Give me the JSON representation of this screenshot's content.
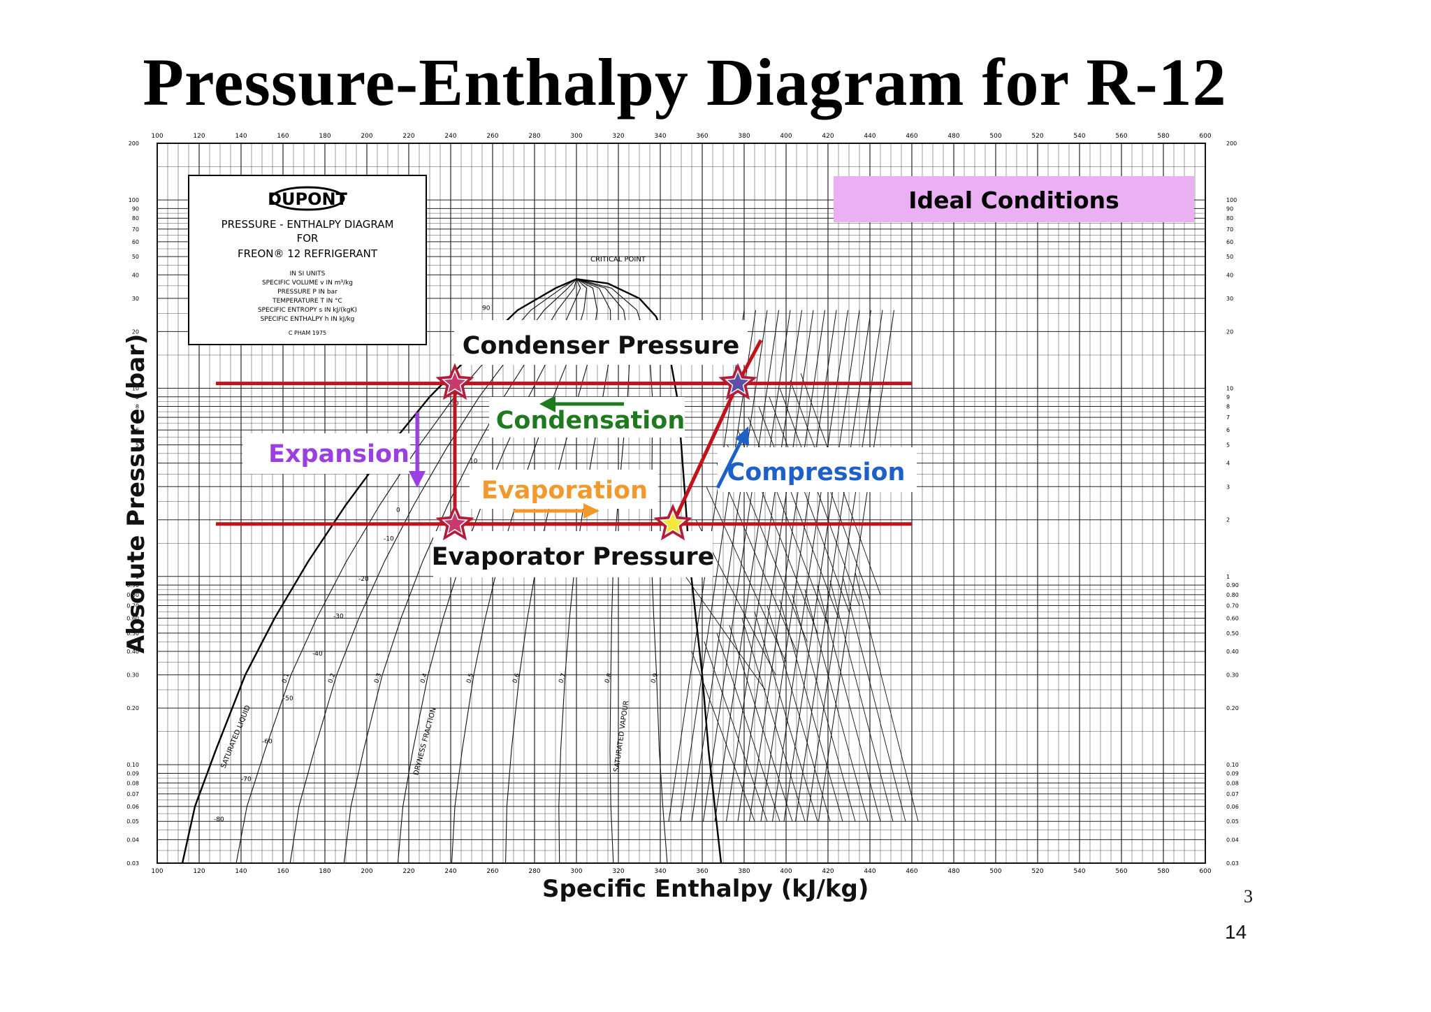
{
  "slide": {
    "title": "Pressure-Enthalpy Diagram for R-12",
    "page_number": "14",
    "page_number_clipped": "3"
  },
  "legend_box": {
    "brand": "DUPONT",
    "line1": "PRESSURE - ENTHALPY  DIAGRAM",
    "line2": "FOR",
    "line3": "FREON® 12  REFRIGERANT",
    "units": [
      "IN  SI  UNITS",
      "SPECIFIC VOLUME v IN m³/kg",
      "PRESSURE  P  IN  bar",
      "TEMPERATURE T IN °C",
      "SPECIFIC ENTROPY s IN kJ/(kgK)",
      "SPECIFIC ENTHALPY h IN kJ/kg"
    ],
    "credit": "C PHAM  1975"
  },
  "badge": {
    "text": "Ideal Conditions",
    "color": "#ebb0f3"
  },
  "annotations": {
    "condenser_pressure": "Condenser Pressure",
    "evaporator_pressure": "Evaporator Pressure",
    "condensation": "Condensation",
    "evaporation": "Evaporation",
    "expansion": "Expansion",
    "compression": "Compression",
    "critical_point": "CRITICAL  POINT",
    "saturated_liquid": "SATURATED LIQUID",
    "saturated_vapour": "SATURATED VAPOUR",
    "dryness_fraction": "DRYNESS FRACTION"
  },
  "colors": {
    "cycle": "#c0141c",
    "condensation": "#1f7a1f",
    "evaporation": "#f2992e",
    "expansion": "#9b3fe0",
    "compression": "#1f5fc8",
    "star_fill_condenser": "#c63a6e",
    "star_fill_compressor_out": "#5b4fa6",
    "star_fill_compressor_in": "#f5e63a"
  },
  "chart_data": {
    "type": "line",
    "title": "Pressure-Enthalpy Diagram for R-12",
    "xlabel": "Specific Enthalpy (kJ/kg)",
    "ylabel": "Absolute Pressure (bar)",
    "xlim": [
      100,
      600
    ],
    "ylim": [
      0.03,
      200
    ],
    "yscale": "log",
    "grid": true,
    "x_ticks": [
      100,
      120,
      140,
      160,
      180,
      200,
      220,
      240,
      260,
      280,
      300,
      320,
      340,
      360,
      380,
      400,
      420,
      440,
      460,
      480,
      500,
      520,
      540,
      560,
      580,
      600
    ],
    "y_ticks": [
      {
        "value": 200,
        "label": "200"
      },
      {
        "value": 100,
        "label": "100"
      },
      {
        "value": 90,
        "label": "90"
      },
      {
        "value": 80,
        "label": "80"
      },
      {
        "value": 70,
        "label": "70"
      },
      {
        "value": 60,
        "label": "60"
      },
      {
        "value": 50,
        "label": "50"
      },
      {
        "value": 40,
        "label": "40"
      },
      {
        "value": 30,
        "label": "30"
      },
      {
        "value": 20,
        "label": "20"
      },
      {
        "value": 10,
        "label": "10"
      },
      {
        "value": 9,
        "label": "9"
      },
      {
        "value": 8,
        "label": "8"
      },
      {
        "value": 7,
        "label": "7"
      },
      {
        "value": 6,
        "label": "6"
      },
      {
        "value": 5,
        "label": "5"
      },
      {
        "value": 4,
        "label": "4"
      },
      {
        "value": 3,
        "label": "3"
      },
      {
        "value": 2,
        "label": "2"
      },
      {
        "value": 1,
        "label": "1"
      },
      {
        "value": 0.9,
        "label": "0.90"
      },
      {
        "value": 0.8,
        "label": "0.80"
      },
      {
        "value": 0.7,
        "label": "0.70"
      },
      {
        "value": 0.6,
        "label": "0.60"
      },
      {
        "value": 0.5,
        "label": "0.50"
      },
      {
        "value": 0.4,
        "label": "0.40"
      },
      {
        "value": 0.3,
        "label": "0.30"
      },
      {
        "value": 0.2,
        "label": "0.20"
      },
      {
        "value": 0.1,
        "label": "0.10"
      },
      {
        "value": 0.09,
        "label": "0.09"
      },
      {
        "value": 0.08,
        "label": "0.08"
      },
      {
        "value": 0.07,
        "label": "0.07"
      },
      {
        "value": 0.06,
        "label": "0.06"
      },
      {
        "value": 0.05,
        "label": "0.05"
      },
      {
        "value": 0.04,
        "label": "0.04"
      },
      {
        "value": 0.03,
        "label": "0.03"
      }
    ],
    "saturation_dome": {
      "liquid": [
        [
          112,
          0.03
        ],
        [
          118,
          0.06
        ],
        [
          128,
          0.12
        ],
        [
          142,
          0.3
        ],
        [
          156,
          0.6
        ],
        [
          172,
          1.2
        ],
        [
          190,
          2.4
        ],
        [
          210,
          4.8
        ],
        [
          230,
          9
        ],
        [
          252,
          16
        ],
        [
          272,
          26
        ],
        [
          290,
          34
        ],
        [
          300,
          38
        ]
      ],
      "vapour": [
        [
          300,
          38
        ],
        [
          315,
          36
        ],
        [
          330,
          30
        ],
        [
          338,
          24
        ],
        [
          344,
          16
        ],
        [
          348,
          9
        ],
        [
          350,
          5
        ],
        [
          352,
          2.5
        ],
        [
          354,
          1.2
        ],
        [
          357,
          0.6
        ],
        [
          360,
          0.3
        ],
        [
          363,
          0.12
        ],
        [
          366,
          0.06
        ],
        [
          369,
          0.03
        ]
      ]
    },
    "dryness_fraction_labels": [
      "0.1",
      "0.2",
      "0.3",
      "0.4",
      "0.5",
      "0.6",
      "0.7",
      "0.8",
      "0.9"
    ],
    "isotherm_labels": [
      "50",
      "30",
      "10",
      "0",
      "-10",
      "-20",
      "-30",
      "-40",
      "-50",
      "-60",
      "-70",
      "-80",
      "90"
    ],
    "condenser_pressure_bar": 10.6,
    "evaporator_pressure_bar": 1.9,
    "series": [
      {
        "name": "Condenser Pressure",
        "points": [
          [
            128,
            10.6
          ],
          [
            460,
            10.6
          ]
        ]
      },
      {
        "name": "Evaporator Pressure",
        "points": [
          [
            128,
            1.9
          ],
          [
            460,
            1.9
          ]
        ]
      },
      {
        "name": "Cycle",
        "points": [
          [
            242,
            10.6
          ],
          [
            377,
            10.6
          ],
          [
            346,
            1.9
          ],
          [
            242,
            1.9
          ],
          [
            242,
            10.6
          ]
        ]
      },
      {
        "name": "Compression",
        "points": [
          [
            346,
            1.9
          ],
          [
            377,
            10.6
          ],
          [
            388,
            18
          ]
        ]
      }
    ],
    "state_points": [
      {
        "name": "condenser-liquid",
        "x": 242,
        "y": 10.6
      },
      {
        "name": "compressor-outlet",
        "x": 377,
        "y": 10.6
      },
      {
        "name": "evaporator-inlet",
        "x": 242,
        "y": 1.9
      },
      {
        "name": "compressor-inlet",
        "x": 346,
        "y": 1.9
      }
    ]
  }
}
